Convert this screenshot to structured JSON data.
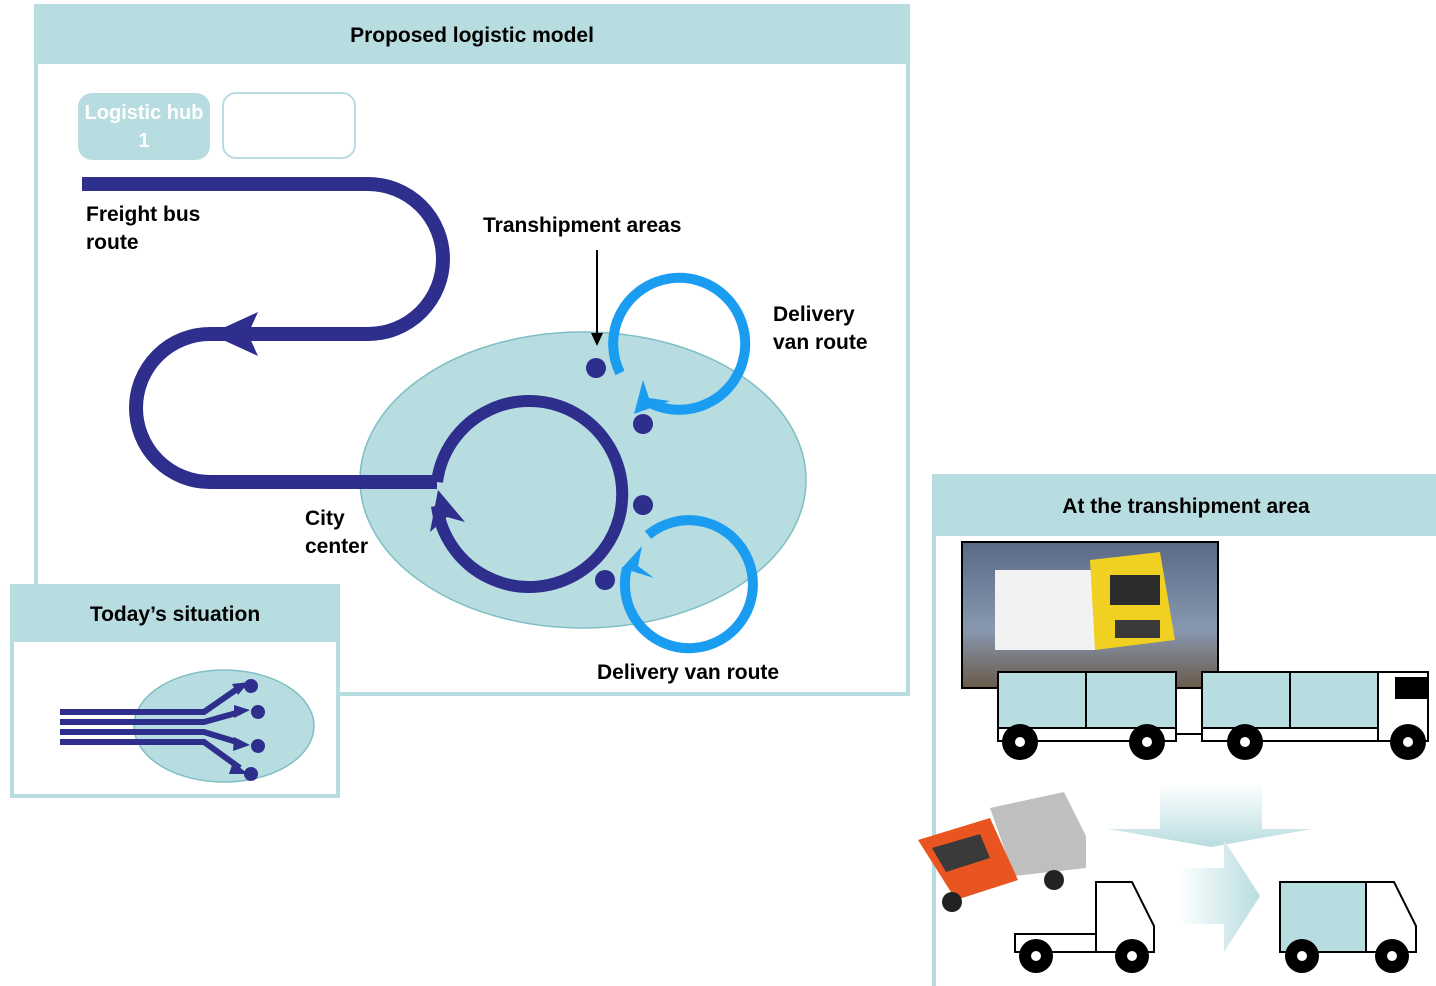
{
  "proposed": {
    "title": "Proposed logistic model",
    "hub1_label": "Logistic hub 1",
    "freight_bus_label": "Freight bus route",
    "transhipment_areas_label": "Transhipment areas",
    "delivery_van_route_top": "Delivery van route",
    "delivery_van_route_bottom": "Delivery van route",
    "city_center_label": "City center"
  },
  "today": {
    "title": "Today’s situation"
  },
  "transhipment": {
    "title": "At the transhipment area"
  },
  "colors": {
    "panel_border": "#b8dde0",
    "zone_fill": "#b8dde0",
    "freight_route": "#2e2e8c",
    "van_route": "#1a9cf0",
    "dot": "#2e2e8c"
  },
  "icons": [
    "truck-photo",
    "van-photo",
    "down-arrow",
    "right-arrow"
  ]
}
